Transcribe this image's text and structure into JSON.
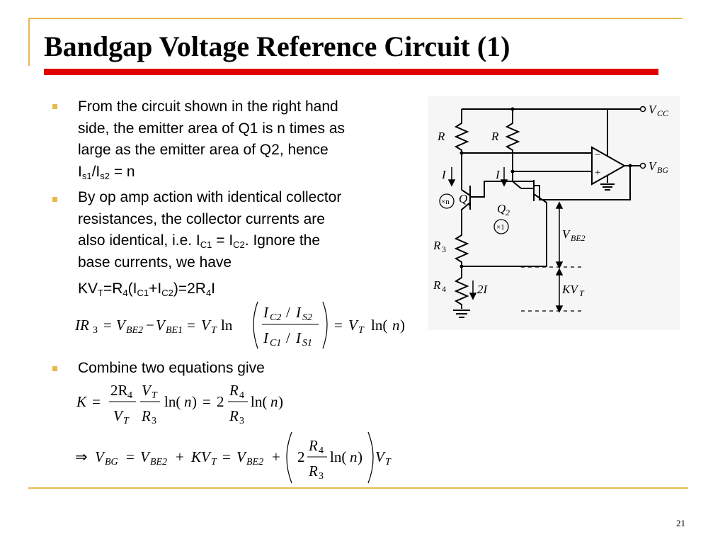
{
  "slide": {
    "title": "Bandgap Voltage Reference Circuit (1)",
    "page_number": "21"
  },
  "bullets": [
    {
      "lines": [
        "From the circuit shown in the right hand",
        "side, the emitter area of Q1 is n times as",
        "large as the emitter area of Q2, hence"
      ],
      "last_line": {
        "i_s": "I",
        "s1": "s1",
        "slash": "/I",
        "s2": "s2",
        "eq": " = n"
      }
    },
    {
      "lines": [
        "By op amp action with identical collector",
        "resistances, the collector currents are"
      ],
      "line3": {
        "pre": "also identical, i.e. I",
        "c1": "C1",
        "mid": " = I",
        "c2": "C2",
        "post": ". Ignore the"
      },
      "line4": "base currents, we have",
      "kvt": {
        "k": "KV",
        "t": "T",
        "a": "=R",
        "four": "4",
        "b": "(I",
        "c1": "C1",
        "c": "+I",
        "c2": "C2",
        "d": ")=2R",
        "four2": "4",
        "e": "I"
      }
    },
    {
      "lines": [
        "Combine two equations give"
      ]
    }
  ],
  "equation1": {
    "lhs": "IR",
    "lhs_sub": "3",
    "eq1": "=",
    "vbe2": "V",
    "vbe2_sub": "BE2",
    "minus": "−",
    "vbe1": "V",
    "vbe1_sub": "BE1",
    "eq2": "=",
    "vt": "V",
    "vt_sub": "T",
    "ln": "ln",
    "num_ic": "I",
    "num_ic_sub": "C2",
    "num_slash": "/",
    "num_is": "I",
    "num_is_sub": "S2",
    "den_ic": "I",
    "den_ic_sub": "C1",
    "den_slash": "/",
    "den_is": "I",
    "den_is_sub": "S1",
    "eq3": "=",
    "rhs_vt": "V",
    "rhs_vt_sub": "T",
    "rhs_ln": "ln(",
    "rhs_n": "n",
    "rhs_close": ")"
  },
  "equation2": {
    "k": "K",
    "eq1": "=",
    "num1": "2R",
    "num1_sub": "4",
    "den1": "V",
    "den1_sub": "T",
    "num2": "V",
    "num2_sub": "T",
    "den2": "R",
    "den2_sub": "3",
    "ln": "ln(",
    "n": "n",
    "close": ")",
    "eq2": "=",
    "two": "2",
    "num3": "R",
    "num3_sub": "4",
    "den3": "R",
    "den3_sub": "3",
    "ln2": "ln(",
    "n2": "n",
    "close2": ")"
  },
  "equation3": {
    "arrow": "⇒",
    "vbg": "V",
    "vbg_sub": "BG",
    "eq1": "=",
    "vbe2": "V",
    "vbe2_sub": "BE2",
    "plus1": "+",
    "kvt": "KV",
    "kvt_sub": "T",
    "eq2": "=",
    "vbe2b": "V",
    "vbe2b_sub": "BE2",
    "plus2": "+",
    "two": "2",
    "num": "R",
    "num_sub": "4",
    "den": "R",
    "den_sub": "3",
    "ln": "ln(",
    "n": "n",
    "close": ")",
    "vt": "V",
    "vt_sub": "T"
  },
  "circuit": {
    "vcc": "V",
    "vcc_sub": "CC",
    "vbg": "V",
    "vbg_sub": "BG",
    "r_left": "R",
    "r_right": "R",
    "i_left": "I",
    "i_right": "I",
    "q1": "Q",
    "q1_sub": "1",
    "q2": "Q",
    "q2_sub": "2",
    "xn": "×n",
    "x1": "×1",
    "r3": "R",
    "r3_sub": "3",
    "r4": "R",
    "r4_sub": "4",
    "two_i": "2I",
    "vbe2": "V",
    "vbe2_sub": "BE2",
    "kvt": "KV",
    "kvt_sub": "T",
    "minus": "−",
    "plus": "+"
  },
  "colors": {
    "accent_gold": "#e7b94a",
    "title_rule_red": "#e00000"
  }
}
